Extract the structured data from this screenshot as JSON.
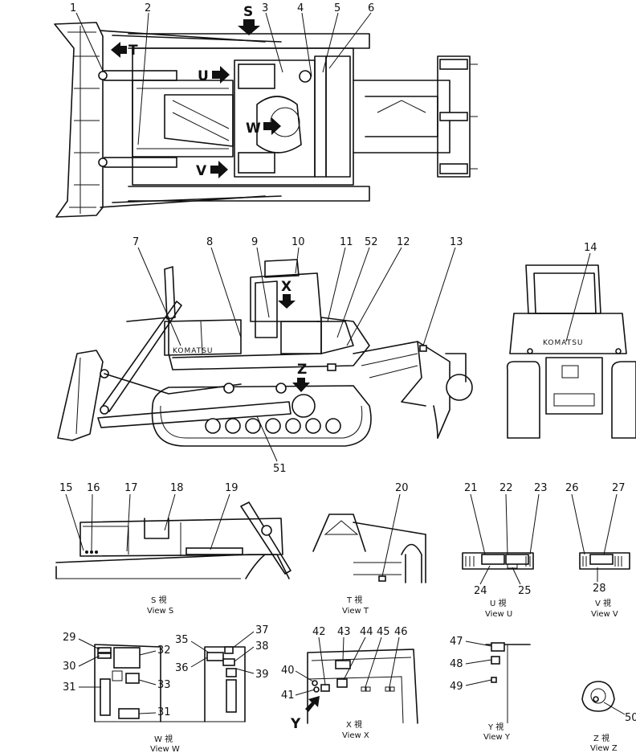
{
  "arrow_letters": {
    "S": "S",
    "T": "T",
    "U": "U",
    "V": "V",
    "W": "W",
    "X": "X",
    "Y": "Y",
    "Z": "Z"
  },
  "brand": {
    "komatsu_rear": "KOMATSU",
    "komatsu_side": "KOMATSU"
  },
  "views": {
    "S": {
      "kanji": "S 視",
      "caption": "View S"
    },
    "T": {
      "kanji": "T 視",
      "caption": "View T"
    },
    "U": {
      "kanji": "U 視",
      "caption": "View U"
    },
    "V": {
      "kanji": "V 視",
      "caption": "View V"
    },
    "W": {
      "kanji": "W 視",
      "caption": "View W"
    },
    "X": {
      "kanji": "X 視",
      "caption": "View X"
    },
    "Y": {
      "kanji": "Y 視",
      "caption": "View Y"
    },
    "Z": {
      "kanji": "Z 視",
      "caption": "View Z"
    }
  },
  "callouts": {
    "c1": "1",
    "c2": "2",
    "c3": "3",
    "c4": "4",
    "c5": "5",
    "c6": "6",
    "c7": "7",
    "c8": "8",
    "c9": "9",
    "c10": "10",
    "c11": "11",
    "c52": "52",
    "c12": "12",
    "c13": "13",
    "c14": "14",
    "c51": "51",
    "c15": "15",
    "c16": "16",
    "c17": "17",
    "c18": "18",
    "c19": "19",
    "c20": "20",
    "c21": "21",
    "c22": "22",
    "c23": "23",
    "c24": "24",
    "c25": "25",
    "c26": "26",
    "c27": "27",
    "c28": "28",
    "c29": "29",
    "c30": "30",
    "c31a": "31",
    "c32": "32",
    "c33": "33",
    "c31b": "31",
    "c35": "35",
    "c36": "36",
    "c37": "37",
    "c38": "38",
    "c39": "39",
    "c40": "40",
    "c41": "41",
    "c42": "42",
    "c43": "43",
    "c44": "44",
    "c45": "45",
    "c46": "46",
    "c47": "47",
    "c48": "48",
    "c49": "49",
    "c50": "50"
  }
}
